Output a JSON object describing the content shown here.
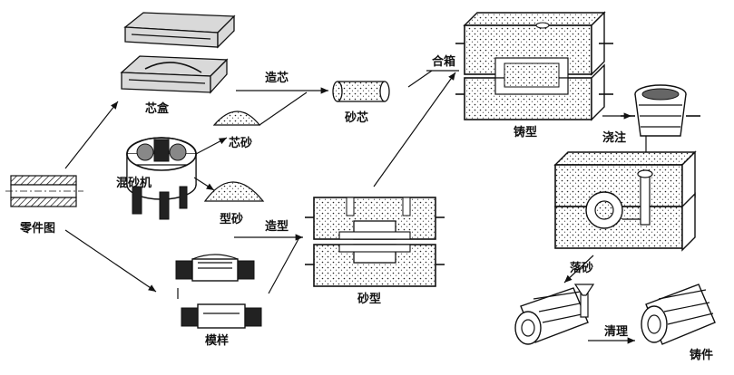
{
  "labels": {
    "part_drawing": "零件图",
    "core_box": "芯盒",
    "core_sand": "芯砂",
    "mixer": "混砂机",
    "molding_sand": "型砂",
    "pattern": "模样",
    "core_making": "造芯",
    "sand_core": "砂芯",
    "molding": "造型",
    "sand_mold": "砂型",
    "mold_assembly": "合箱",
    "casting_mold": "铸型",
    "pouring": "浇注",
    "shakeout": "落砂",
    "cleaning": "清理",
    "casting": "铸件"
  }
}
